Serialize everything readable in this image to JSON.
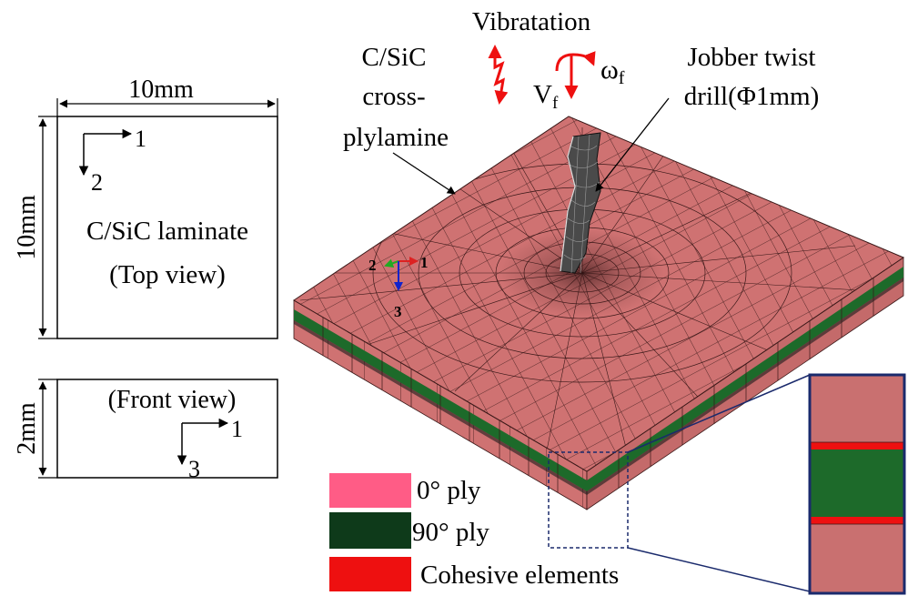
{
  "top_view": {
    "width_label": "10mm",
    "height_label": "10mm",
    "axis_x_label": "1",
    "axis_y_label": "2",
    "title_line1": "C/SiC laminate",
    "title_line2": "(Top view)"
  },
  "front_view": {
    "height_label": "2mm",
    "title": "(Front view)",
    "axis_x_label": "1",
    "axis_y_label": "3"
  },
  "model": {
    "vibration_label": "Vibratation",
    "feed_symbol": "V",
    "feed_subscript": "f",
    "rotation_symbol": "ω",
    "rotation_subscript": "f",
    "laminate_label_lines": [
      "C/SiC",
      "cross-",
      "plylamine"
    ],
    "drill_label_lines": [
      "Jobber twist",
      "drill(Φ1mm)"
    ],
    "axis_labels": {
      "x": "1",
      "y": "2",
      "z": "3"
    }
  },
  "legend": {
    "items": [
      {
        "label": "0° ply",
        "color": "#ff5c86"
      },
      {
        "label": "90° ply",
        "color": "#0e3a1a"
      },
      {
        "label": "Cohesive elements",
        "color": "#ee1010"
      }
    ]
  },
  "colors": {
    "ply_0": "#cf7272",
    "ply_90": "#1d6a2a",
    "cohesive": "#ee1010",
    "zoom_box": "#1a2a6c",
    "vibration_arrow": "#ee1010"
  }
}
